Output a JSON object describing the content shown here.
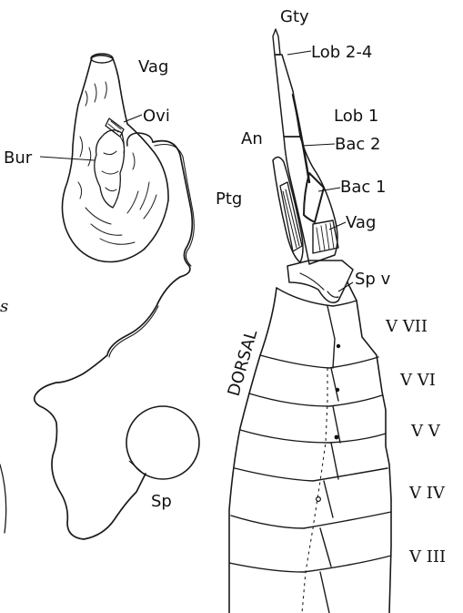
{
  "labels": {
    "vag_top": "Vag",
    "ovi": "Ovi",
    "bur": "Bur",
    "sp": "Sp",
    "gty": "Gty",
    "lob24": "Lob 2-4",
    "lob1": "Lob 1",
    "an": "An",
    "bac2": "Bac 2",
    "bac1": "Bac 1",
    "ptg": "Ptg",
    "vag_right": "Vag",
    "spv": "Sp v",
    "dorsal": "DORSAL",
    "v7": "V VII",
    "v6": "V VI",
    "v5": "V V",
    "v4": "V IV",
    "v3": "V III",
    "edge_s": "s"
  }
}
